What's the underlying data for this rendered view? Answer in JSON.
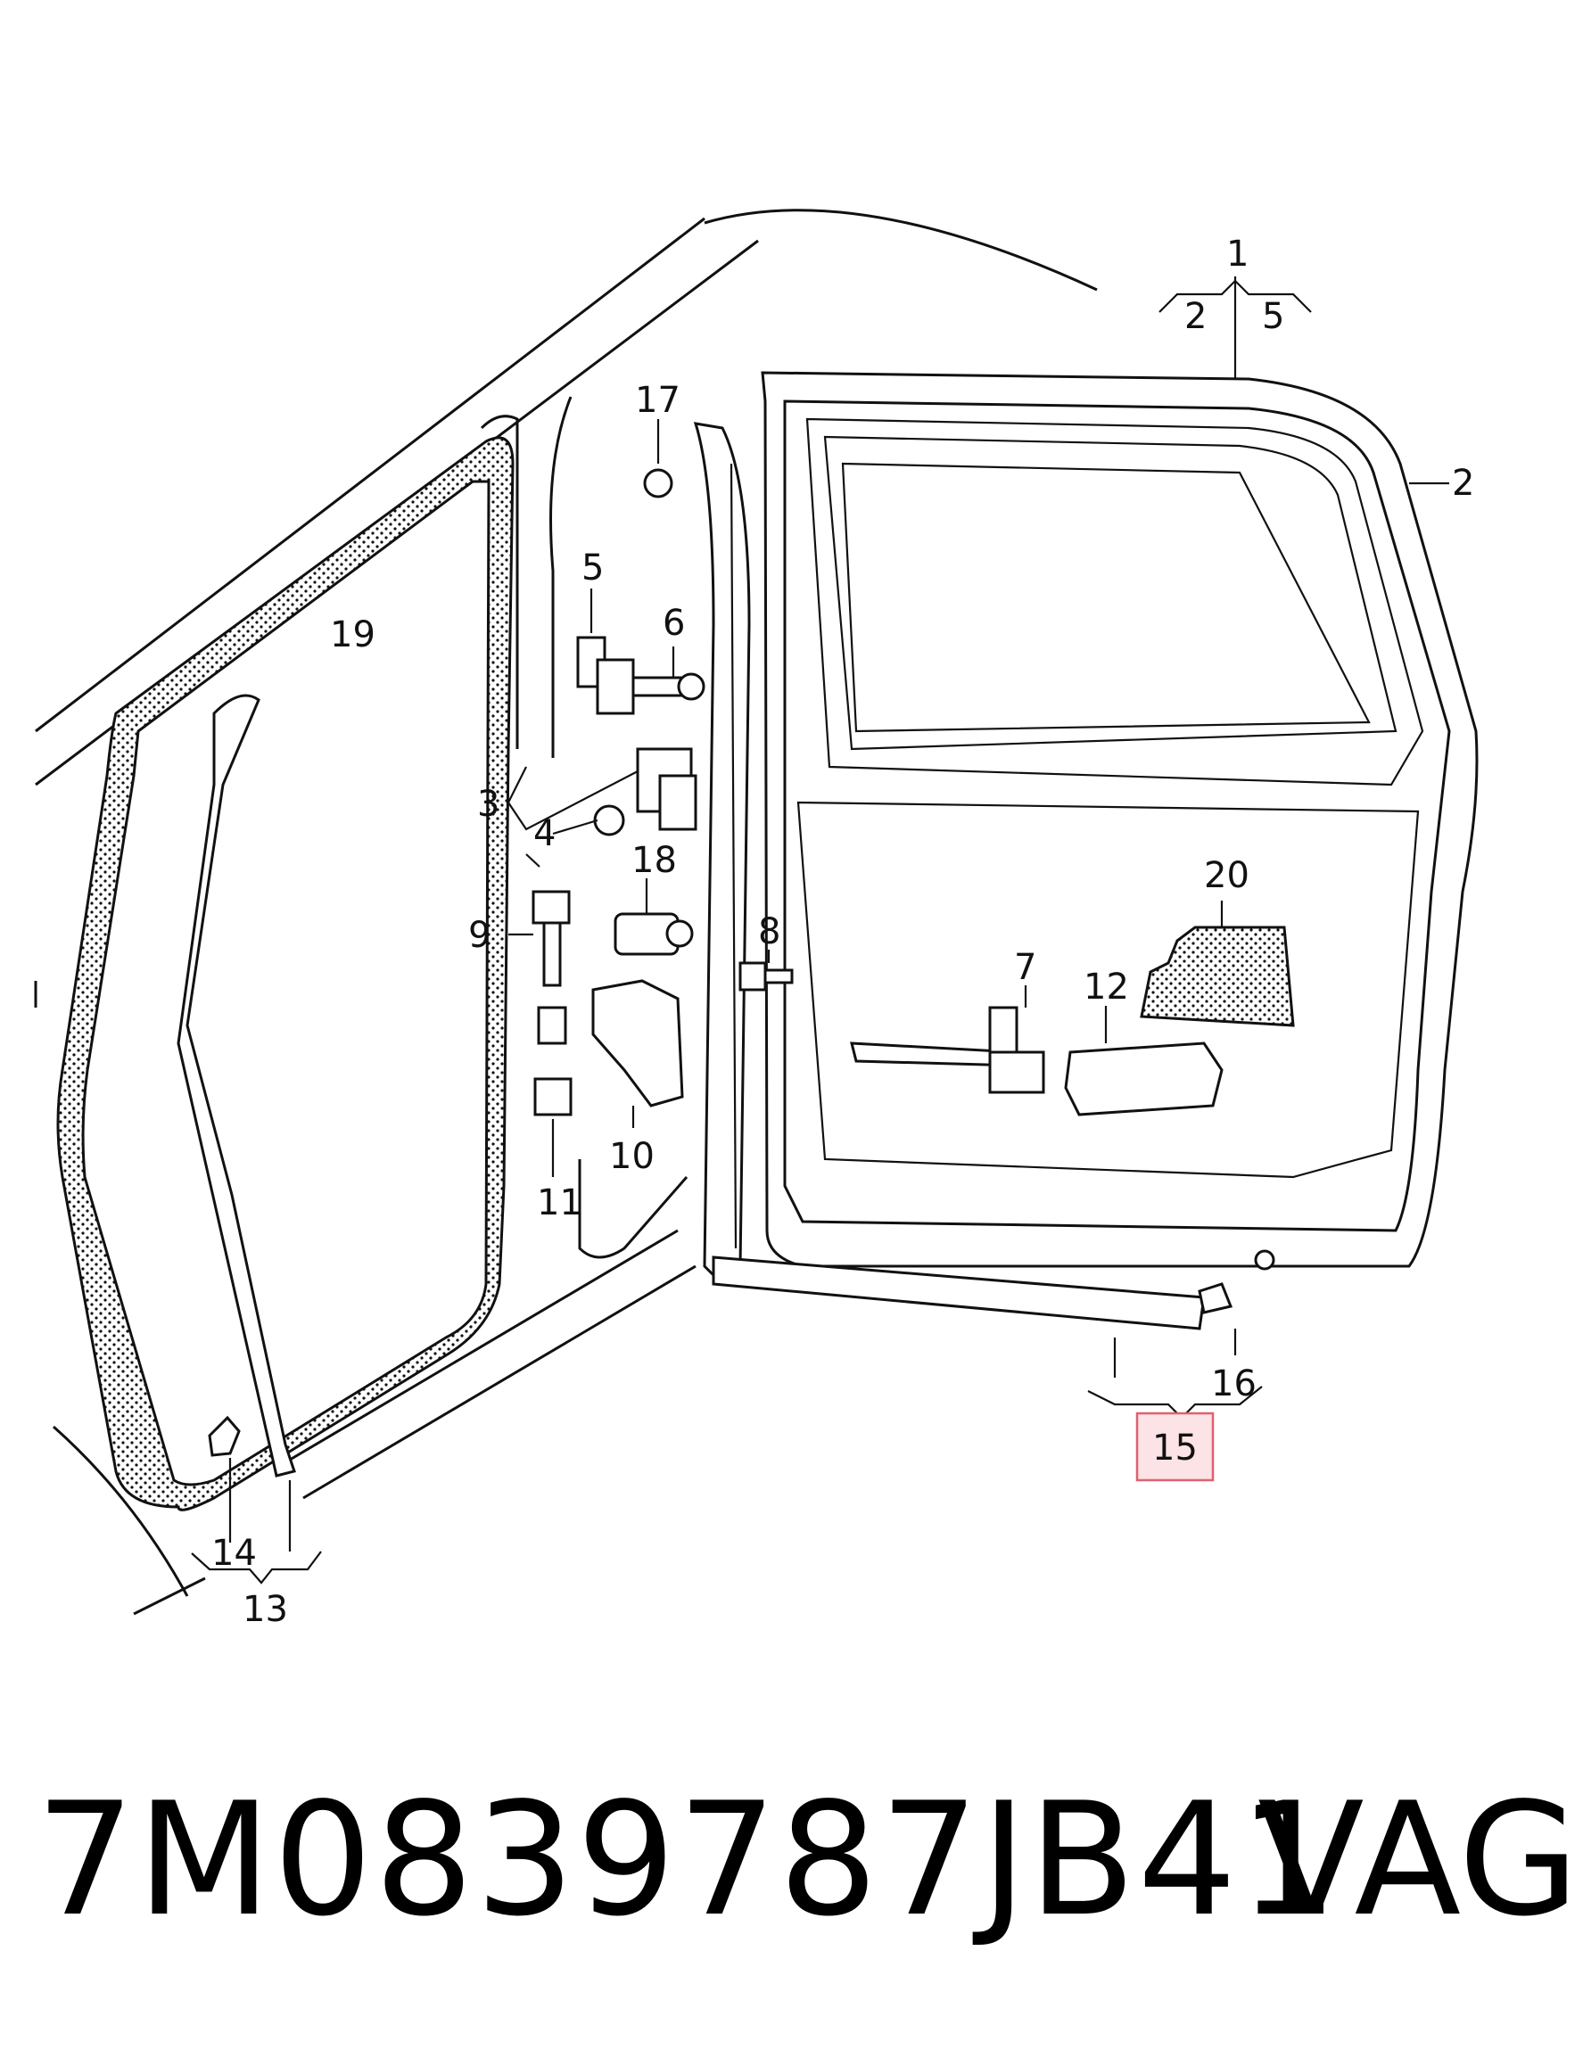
{
  "callouts": {
    "c1": "1",
    "c2a": "2",
    "c5a": "5",
    "c2b": "2",
    "c17": "17",
    "c5": "5",
    "c6": "6",
    "c19": "19",
    "c3": "3",
    "c4": "4",
    "c18": "18",
    "c9": "9",
    "c8": "8",
    "c7": "7",
    "c12": "12",
    "c20": "20",
    "c10": "10",
    "c11": "11",
    "c16": "16",
    "c15": "15",
    "c14": "14",
    "c13": "13"
  },
  "highlight": {
    "label": "15",
    "color": "#e06070"
  },
  "footer": {
    "part_number": "7M0839787JB41",
    "brand": "VAG"
  }
}
